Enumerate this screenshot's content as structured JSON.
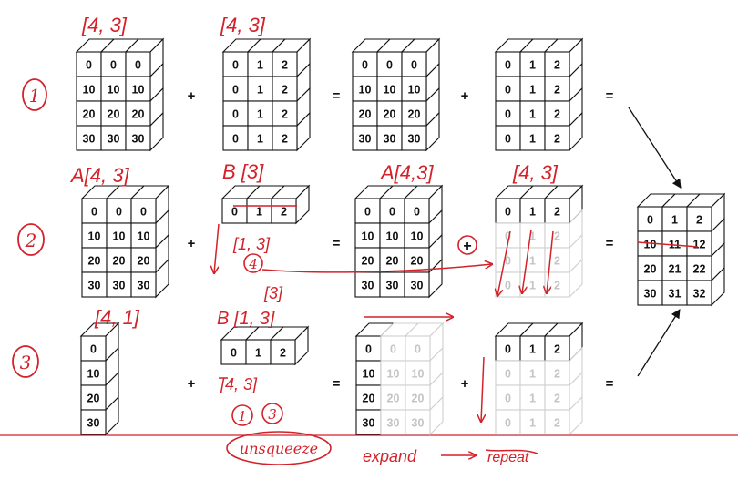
{
  "row_markers": [
    "1",
    "2",
    "3"
  ],
  "operators": {
    "plus": "+",
    "equals": "="
  },
  "annotations": {
    "r1_a_shape": "[4, 3]",
    "r1_b_shape": "[4, 3]",
    "r2_a_label": "A[4, 3]",
    "r2_b_label": "B [3]",
    "r2_b_unsq": "[1, 3]",
    "r2_b_circle": "4",
    "r2_c_label": "A[4,3]",
    "r2_d_label": "[4, 3]",
    "r2_plus_circle": "+",
    "r3_a_shape": "[4, 1]",
    "r3_b_label": "B [1, 3]",
    "r3_b_orig": "[3]",
    "r3_b_new": "[4, 3]",
    "r3_c1": "1",
    "r3_c3": "3",
    "unsqueeze": "unsqueeze",
    "expand": "expand",
    "repeat": "repeat"
  },
  "grids": {
    "full_a": [
      [
        "0",
        "0",
        "0"
      ],
      [
        "10",
        "10",
        "10"
      ],
      [
        "20",
        "20",
        "20"
      ],
      [
        "30",
        "30",
        "30"
      ]
    ],
    "full_b": [
      [
        "0",
        "1",
        "2"
      ],
      [
        "0",
        "1",
        "2"
      ],
      [
        "0",
        "1",
        "2"
      ],
      [
        "0",
        "1",
        "2"
      ]
    ],
    "row_b": [
      [
        "0",
        "1",
        "2"
      ]
    ],
    "col_a": [
      [
        "0"
      ],
      [
        "10"
      ],
      [
        "20"
      ],
      [
        "30"
      ]
    ],
    "result": [
      [
        "0",
        "1",
        "2"
      ],
      [
        "10",
        "11",
        "12"
      ],
      [
        "20",
        "21",
        "22"
      ],
      [
        "30",
        "31",
        "32"
      ]
    ]
  },
  "colors": {
    "ink": "#d3222a",
    "ghost": "#c8c8c8",
    "line": "#111111"
  }
}
